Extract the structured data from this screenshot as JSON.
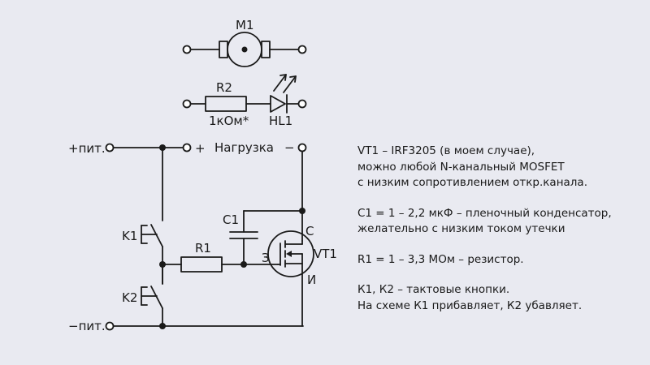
{
  "labels": {
    "motor": "M1",
    "resistor2": "R2",
    "resistor2_value": "1кОм*",
    "led": "HL1",
    "supply_plus": "+пит.",
    "supply_minus": "−пит.",
    "load_plus": "+",
    "load_name": "Нагрузка",
    "load_minus": "−",
    "cap": "C1",
    "resistor1": "R1",
    "button1": "K1",
    "button2": "K2",
    "transistor": "VT1",
    "pin_drain": "С",
    "pin_gate": "З",
    "pin_source": "И"
  },
  "notes": [
    [
      "VT1 – IRF3205 (в моем случае),",
      "можно любой N-канальный MOSFET",
      "с низким сопротивлением откр.канала."
    ],
    [
      "C1 = 1 – 2,2 мкФ – пленочный конденсатор,",
      "желательно с низким током утечки"
    ],
    [
      "R1 = 1 – 3,3 МОм – резистор."
    ],
    [
      "К1, К2 – тактовые кнопки.",
      "На схеме К1 прибавляет, К2 убавляет."
    ]
  ],
  "colors": {
    "background": "#e9eaf1",
    "ink": "#1a1a1a",
    "node_fill": "#ffffff"
  }
}
